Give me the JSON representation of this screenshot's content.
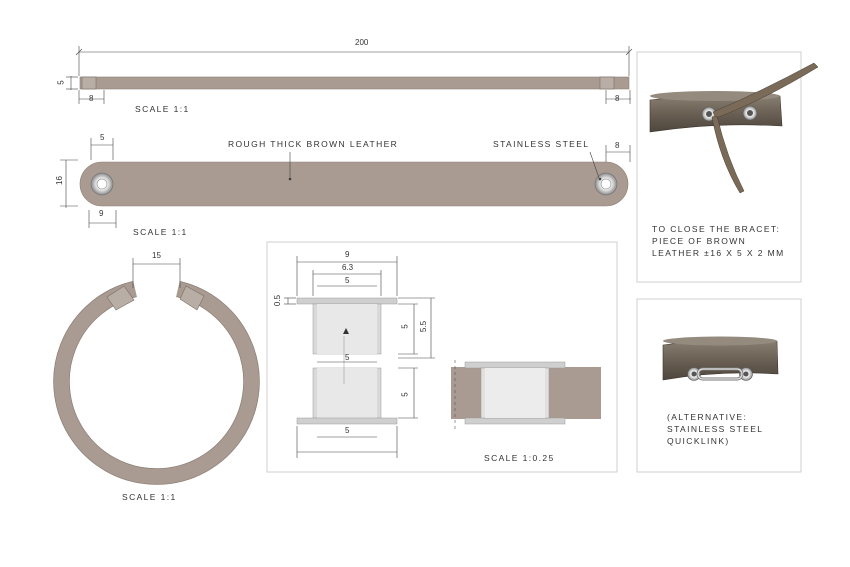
{
  "labels": {
    "scale_top": "SCALE 1:1",
    "scale_mid": "SCALE 1:1",
    "scale_ring": "SCALE 1:1",
    "scale_detail": "SCALE 1:0.25",
    "material_leather": "ROUGH THICK BROWN LEATHER",
    "material_steel": "STAINLESS STEEL"
  },
  "dimensions": {
    "length": "200",
    "thickness": "5",
    "end_top_left": "8",
    "end_top_right": "8",
    "hole_offset": "5",
    "strap_width": "16",
    "hole_diameter": "9",
    "end_mid_right": "8",
    "gap": "15",
    "d_9": "9",
    "d_6_3": "6.3",
    "d_5_top": "5",
    "d_0_5": "0.5",
    "d_5_right": "5",
    "d_5_5": "5.5",
    "d_5_mid": "5",
    "d_5_lower": "5",
    "d_5_bottom": "5"
  },
  "notes": {
    "closure_line1": "TO CLOSE THE BRACET:",
    "closure_line2": "PIECE OF BROWN",
    "closure_line3": "LEATHER ±16 X 5 X 2 MM",
    "alt_line1": "(ALTERNATIVE:",
    "alt_line2": "STAINLESS STEEL",
    "alt_line3": "QUICKLINK)"
  },
  "colors": {
    "leather": "#a99b91",
    "leather_dark": "#6d6256",
    "steel": "#c9c9c9"
  }
}
